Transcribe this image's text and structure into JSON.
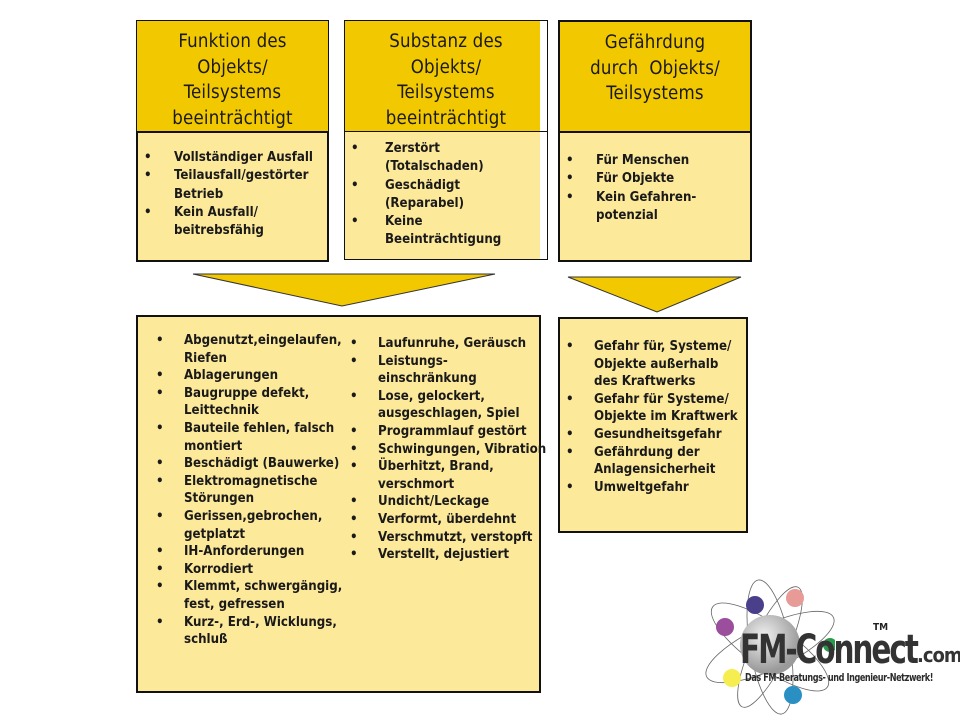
{
  "columns": [
    {
      "id": "funktion",
      "title": "Funktion des Objekts/ Teilsystems beeinträchtigt",
      "title_lines": [
        "Funktion des",
        "Objekts/",
        "Teilsystems",
        "beeinträchtigt"
      ],
      "items": [
        "Vollständiger Ausfall",
        "Teilausfall/gestörter Betrieb",
        "Kein Ausfall/ beitrebsfähig"
      ]
    },
    {
      "id": "substanz",
      "title": "Substanz des Objekts/ Teilsystems beeinträchtigt",
      "title_lines": [
        "Substanz des",
        "Objekts/",
        "Teilsystems",
        "beeinträchtigt"
      ],
      "items": [
        "Zerstört (Totalschaden)",
        "Geschädigt (Reparabel)",
        "Keine Beeinträchtigung"
      ]
    },
    {
      "id": "gefaehrdung",
      "title": "Gefährdung durch Objekts/ Teilsystems",
      "title_lines": [
        "Gefährdung",
        "durch  Objekts/",
        "Teilsystems"
      ],
      "items": [
        "Für Menschen",
        "Für Objekte",
        "Kein Gefahren-potenzial"
      ]
    }
  ],
  "damage_causes": {
    "left": [
      "Abgenutzt,eingelaufen, Riefen",
      "Ablagerungen",
      "Baugruppe defekt, Leittechnik",
      "Bauteile fehlen, falsch montiert",
      "Beschädigt (Bauwerke)",
      "Elektromagnetische Störungen",
      "Gerissen,gebrochen, getplatzt",
      "IH-Anforderungen",
      "Korrodiert",
      "Klemmt, schwergängig, fest, gefressen",
      "Kurz-, Erd-, Wicklungs, schluß"
    ],
    "right": [
      "Laufunruhe, Geräusch",
      "Leistungs-einschränkung",
      "Lose, gelockert, ausgeschlagen, Spiel",
      "Programmlauf gestört",
      "Schwingungen, Vibration",
      "Überhitzt, Brand, verschmort",
      "Undicht/Leckage",
      "Verformt, überdehnt",
      "Verschmutzt, verstopft",
      "Verstellt, dejustiert"
    ]
  },
  "hazards": [
    "Gefahr für, Systeme/ Objekte außerhalb des Kraftwerks",
    "Gefahr für  Systeme/ Objekte im Kraftwerk",
    "Gesundheitsgefahr",
    "Gefährdung der Anlagensicherheit",
    "Umweltgefahr"
  ],
  "logo": {
    "brand": "FM-Connect",
    "domain_suffix": ".com",
    "trademark": "TM",
    "tagline": "Das FM-Beratungs- und Ingenieur-Netzwerk!"
  },
  "colors": {
    "header_fill": "#f2c800",
    "box_fill": "#fde99a",
    "border": "#111111",
    "arrow_fill": "#f2c800"
  }
}
